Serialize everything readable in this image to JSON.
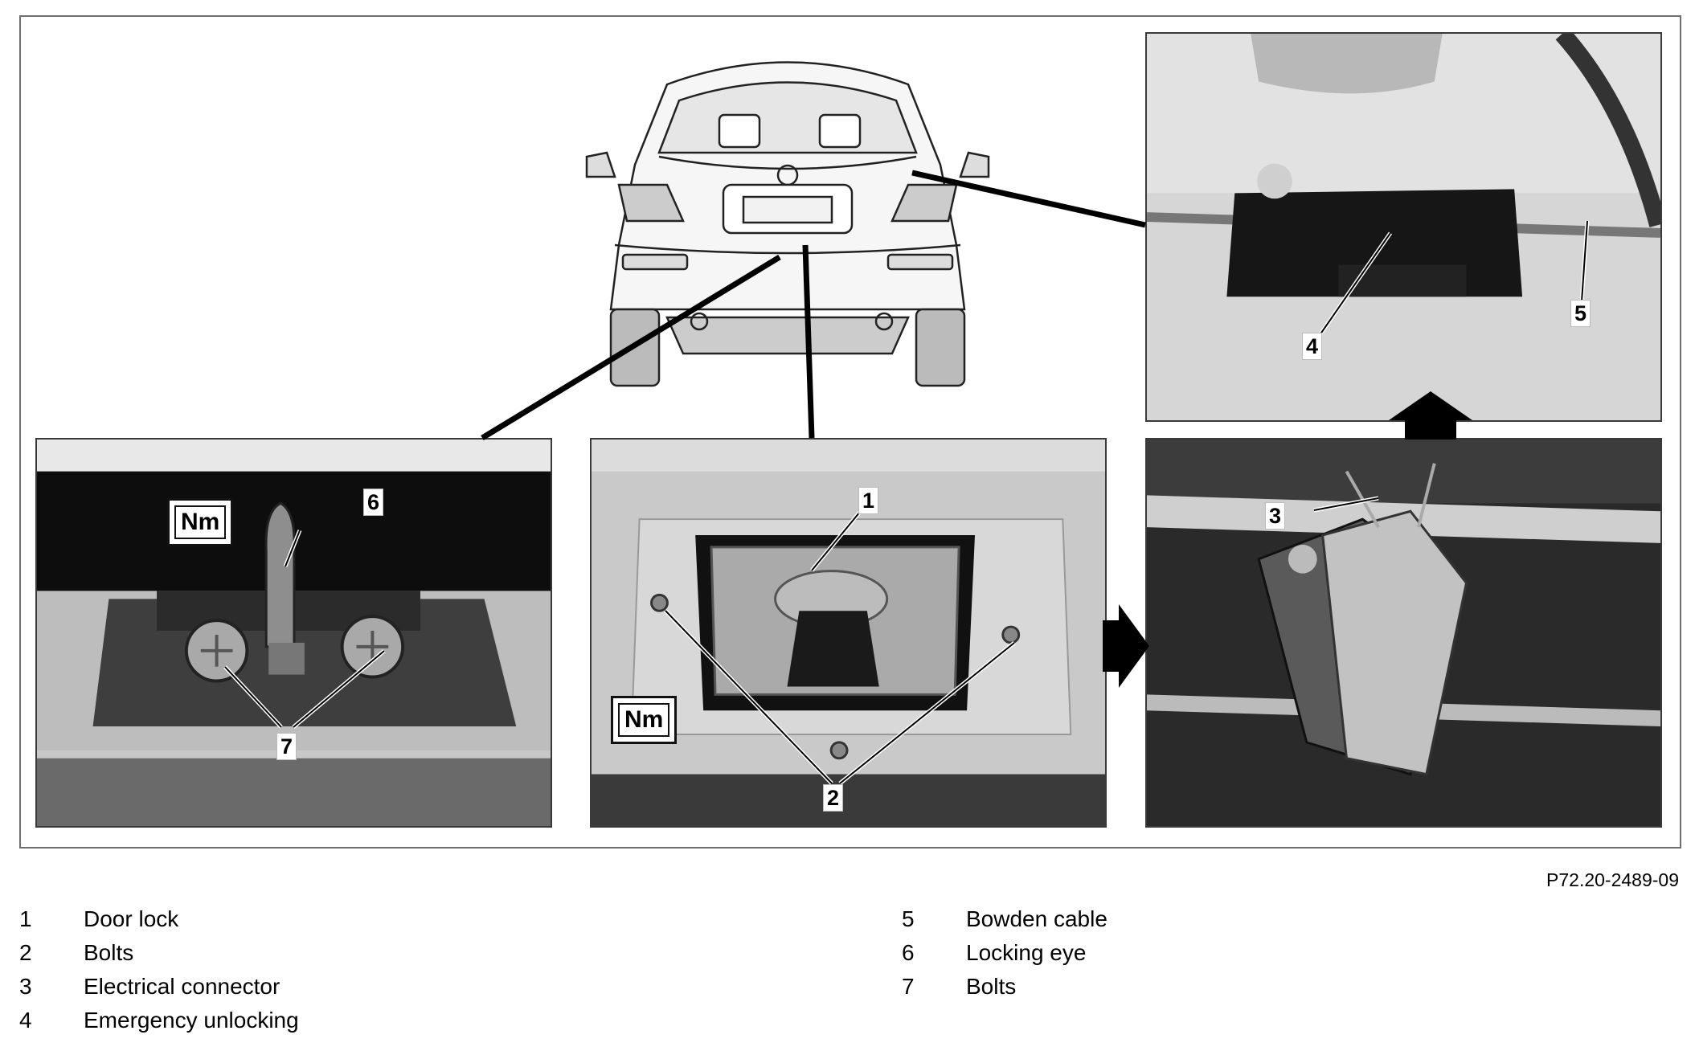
{
  "figure_id": "P72.20-2489-09",
  "nm_label": "Nm",
  "callouts": {
    "c1": "1",
    "c2": "2",
    "c3": "3",
    "c4": "4",
    "c5": "5",
    "c6": "6",
    "c7": "7"
  },
  "legend": {
    "left": [
      {
        "num": "1",
        "label": "Door lock"
      },
      {
        "num": "2",
        "label": "Bolts"
      },
      {
        "num": "3",
        "label": "Electrical connector"
      },
      {
        "num": "4",
        "label": "Emergency unlocking"
      }
    ],
    "right": [
      {
        "num": "5",
        "label": "Bowden cable"
      },
      {
        "num": "6",
        "label": "Locking eye"
      },
      {
        "num": "7",
        "label": "Bolts"
      }
    ]
  }
}
